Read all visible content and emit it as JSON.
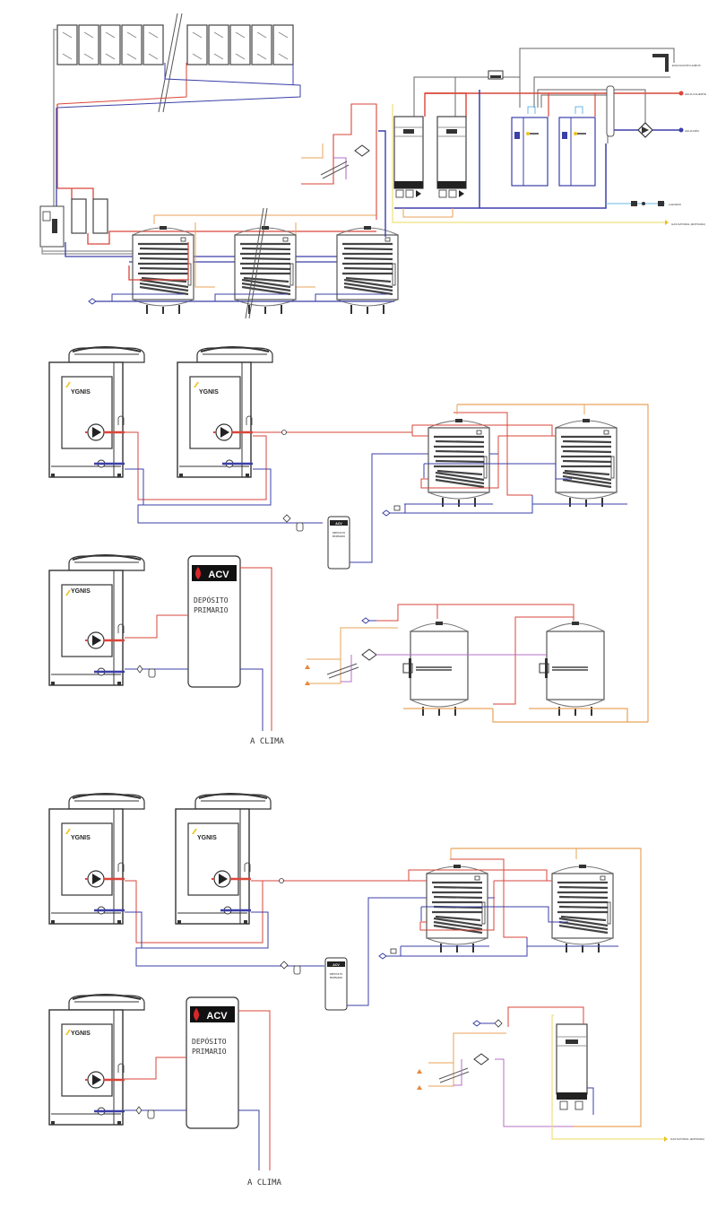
{
  "colors": {
    "hot": "#d9463a",
    "cold": "#3b3fa8",
    "orange": "#e9a35a",
    "yellow": "#f1e07a",
    "purple": "#b46fc4",
    "light_blue": "#6ab8e6",
    "grey": "#6b6b6b",
    "outline": "#333333",
    "acv_red": "#d8262a",
    "ygnis_yellow": "#f0c419"
  },
  "brands": {
    "heat_pump": "YGNIS",
    "tank": "ACV"
  },
  "section1": {
    "name": "Solar collectors + boiler plant",
    "collector_count_left": 5,
    "collector_count_right": 5,
    "tank_count": 3,
    "boiler_count": 4,
    "labels": {
      "hot_out": "AGUA CALIENTE",
      "cold_in": "AGUA FRÍA",
      "fill": "LLENADO",
      "gas": "GAS NATURAL (ENTRADA)",
      "chimney": "EVACUACIÓN HUMOS"
    }
  },
  "section2": {
    "name": "Heat pumps + primary tank + DHW tanks with resistances",
    "heat_pumps": [
      {
        "brand": "YGNIS"
      },
      {
        "brand": "YGNIS"
      },
      {
        "brand": "YGNIS"
      }
    ],
    "small_tank": {
      "brand": "ACV",
      "line1": "DEPÓSITO",
      "line2": "PRIMARIO"
    },
    "primary_tank": {
      "brand": "ACV",
      "line1": "DEPÓSITO",
      "line2": "PRIMARIO"
    },
    "to_clima_label": "A CLIMA"
  },
  "section3": {
    "name": "Heat pumps + primary tank + boiler backup",
    "heat_pumps": [
      {
        "brand": "YGNIS"
      },
      {
        "brand": "YGNIS"
      },
      {
        "brand": "YGNIS"
      }
    ],
    "small_tank": {
      "brand": "ACV",
      "line1": "DEPÓSITO",
      "line2": "PRIMARIO"
    },
    "primary_tank": {
      "brand": "ACV",
      "line1": "DEPÓSITO",
      "line2": "PRIMARIO"
    },
    "to_clima_label": "A CLIMA",
    "gas_label": "GAS NATURAL (ENTRADA)"
  }
}
